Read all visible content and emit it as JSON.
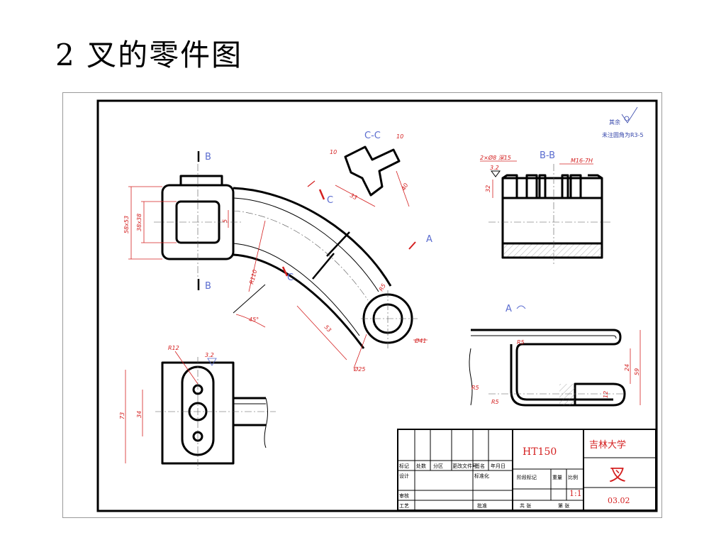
{
  "slide": {
    "title": "2  叉的零件图"
  },
  "colors": {
    "dimension": "#d42020",
    "section_label": "#5a6ccf",
    "outline": "#000000"
  },
  "views": {
    "top_left": {
      "section_mark_top": "B",
      "section_mark_bottom": "B",
      "dim_outer": "58x53",
      "dim_inner": "38x38",
      "dim_small": "5"
    },
    "main": {
      "cut_label": "C",
      "cut_label_2": "C",
      "radius": "R110",
      "angle": "45°",
      "arrow_label": "A",
      "dim_53": "53",
      "dim_r15": "R5",
      "dim_d41": "Ø41",
      "dim_d25": "Ø25"
    },
    "section_cc": {
      "title": "C-C",
      "dim_10a": "10",
      "dim_10b": "10",
      "dim_33": "33",
      "dim_40": "40"
    },
    "section_bb": {
      "title": "B-B",
      "hole_note": "2×Ø8  深15",
      "thread_note": "M16-7H",
      "roughness": "3.2",
      "dim_32": "32"
    },
    "view_a": {
      "title": "A",
      "dim_r5a": "R5",
      "dim_r5b": "R5",
      "dim_r5c": "R5",
      "dim_24": "24",
      "dim_59": "59",
      "dim_12": "12"
    },
    "bottom_left": {
      "dim_r12": "R12",
      "roughness": "3.2",
      "dim_73": "73",
      "dim_34": "34"
    },
    "notes": {
      "line1": "其余",
      "line2": "未注圆角为R3-5"
    }
  },
  "title_block": {
    "material": "HT150",
    "school": "吉林大学",
    "part_name": "叉",
    "drawing_no": "03.02",
    "scale": "1:1",
    "headers": [
      "标记",
      "处数",
      "分区",
      "更改文件号",
      "签名",
      "年月日"
    ],
    "design": "设计",
    "standardize": "标准化",
    "review": "审核",
    "process": "工艺",
    "approve": "批准",
    "stage_mark": "阶段标记",
    "weight": "重量",
    "ratio": "比例",
    "total_sheets": "共  张",
    "sheet_no": "第  张"
  }
}
